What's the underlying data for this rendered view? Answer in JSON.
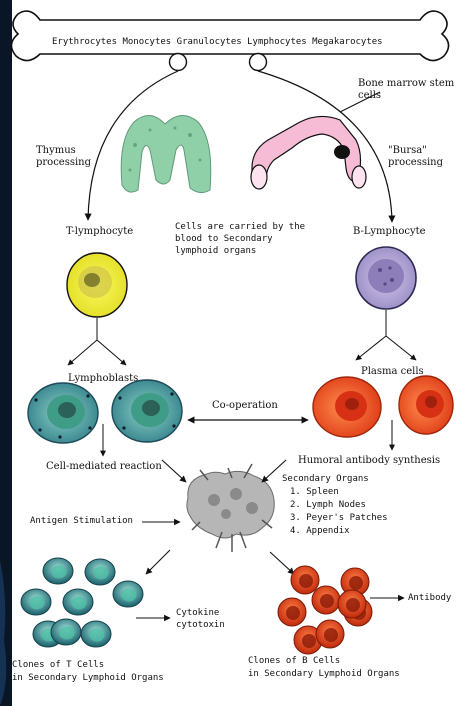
{
  "bone_cells": [
    "Erythrocytes",
    "Monocytes",
    "Granulocytes",
    "Lymphocytes",
    "Megakarocytes"
  ],
  "labels": {
    "bone_marrow_1": "Bone marrow stem",
    "bone_marrow_2": "cells",
    "thymus_1": "Thymus",
    "thymus_2": "processing",
    "bursa_1": "\"Bursa\"",
    "bursa_2": "processing",
    "carried_1": "Cells are carried by the",
    "carried_2": "blood to Secondary",
    "carried_3": "lymphoid organs",
    "t_lymphocyte": "T-lymphocyte",
    "b_lymphocyte": "B-Lymphocyte",
    "lymphoblasts": "Lymphoblasts",
    "plasma_cells": "Plasma cells",
    "cooperation": "Co-operation",
    "cell_mediated": "Cell-mediated reaction",
    "humoral": "Humoral antibody synthesis",
    "secondary_title": "Secondary Organs",
    "organs": [
      "1. Spleen",
      "2. Lymph Nodes",
      "3. Peyer's Patches",
      "4. Appendix"
    ],
    "antigen": "Antigen Stimulation",
    "cytokine_1": "Cytokine",
    "cytokine_2": "cytotoxin",
    "antibody": "Antibody",
    "t_clones_1": "Clones of T Cells",
    "t_clones_2": "in Secondary Lymphoid Organs",
    "b_clones_1": "Clones of B Cells",
    "b_clones_2": "in Secondary Lymphoid Organs"
  },
  "colors": {
    "background": "#0a1526",
    "panel": "#ffffff",
    "t_cell": "#f2ef3a",
    "b_cell": "#b5a9d8",
    "lymphoblast": "#4e9a9c",
    "plasma": "#f05a2a",
    "thymus": "#7fc3a0",
    "bursa": "#f3b6d2",
    "clone_t": "#2f7f86",
    "clone_b": "#e24a1f"
  }
}
